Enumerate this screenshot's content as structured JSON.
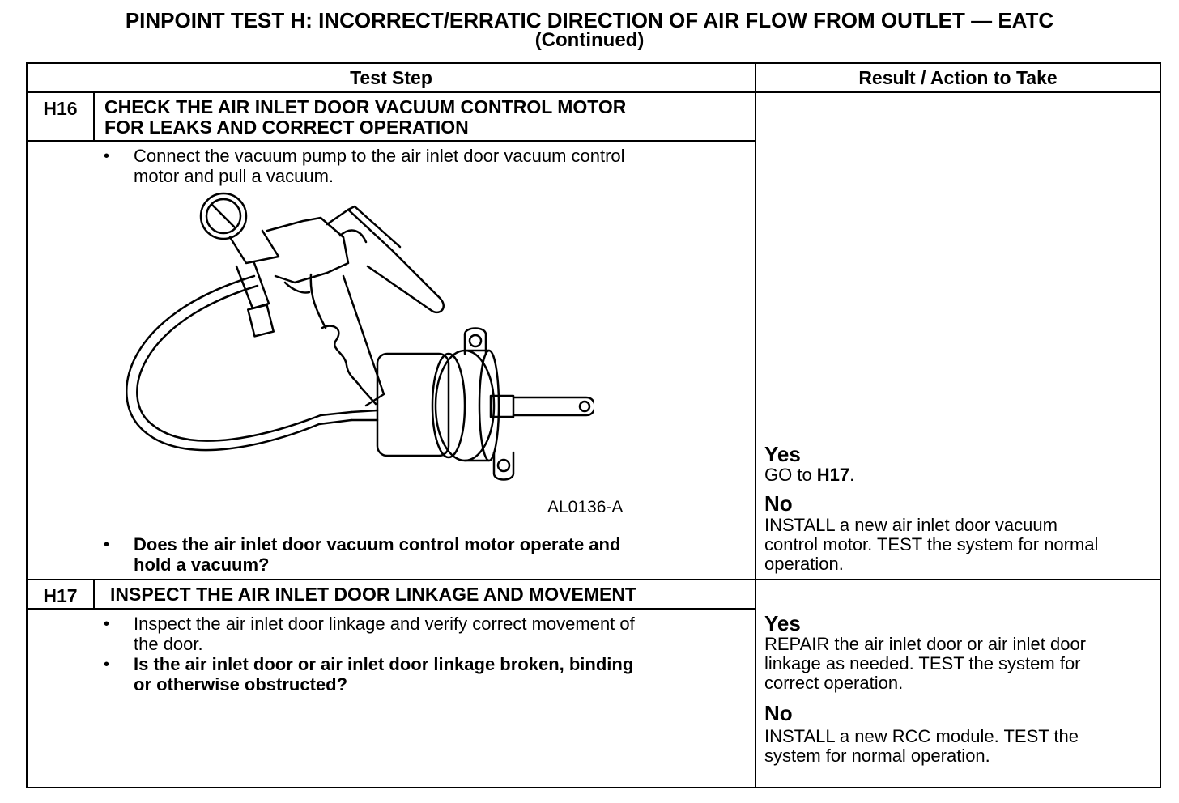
{
  "title": {
    "line1": "PINPOINT TEST  H: INCORRECT/ERRATIC DIRECTION OF AIR FLOW FROM OUTLET — EATC",
    "line2": "(Continued)"
  },
  "table": {
    "col_step": "Test Step",
    "col_result": "Result / Action to Take"
  },
  "steps": [
    {
      "id": "H16",
      "title": "CHECK THE AIR INLET DOOR VACUUM CONTROL MOTOR FOR LEAKS AND CORRECT OPERATION",
      "title_line1": "CHECK THE AIR INLET DOOR VACUUM CONTROL MOTOR",
      "title_line2": "FOR LEAKS AND CORRECT OPERATION",
      "instruction_line1": "Connect the vacuum pump to the air inlet door vacuum control",
      "instruction_line2": "motor and pull a vacuum.",
      "figure_label": "AL0136-A",
      "question_line1": "Does the air inlet door vacuum control motor operate and",
      "question_line2": "hold a vacuum?",
      "yes_label": "Yes",
      "yes_text_prefix": "GO to ",
      "yes_target": "H17",
      "yes_text_suffix": ".",
      "no_label": "No",
      "no_line1": "INSTALL a new air inlet door vacuum",
      "no_line2": "control motor. TEST the system for normal",
      "no_line3": "operation."
    },
    {
      "id": "H17",
      "title": "INSPECT THE AIR INLET DOOR LINKAGE AND MOVEMENT",
      "instruction_line1": "Inspect the air inlet door linkage and verify correct movement of",
      "instruction_line2": "the door.",
      "question_line1": "Is the air inlet door or air inlet door linkage broken, binding",
      "question_line2": "or otherwise obstructed?",
      "yes_label": "Yes",
      "yes_line1": "REPAIR the air inlet door or air inlet door",
      "yes_line2": "linkage as needed. TEST the system for",
      "yes_line3": "correct operation.",
      "no_label": "No",
      "no_line1": "INSTALL a new RCC module. TEST the",
      "no_line2": "system for normal operation."
    }
  ],
  "bullet_glyph": "•"
}
